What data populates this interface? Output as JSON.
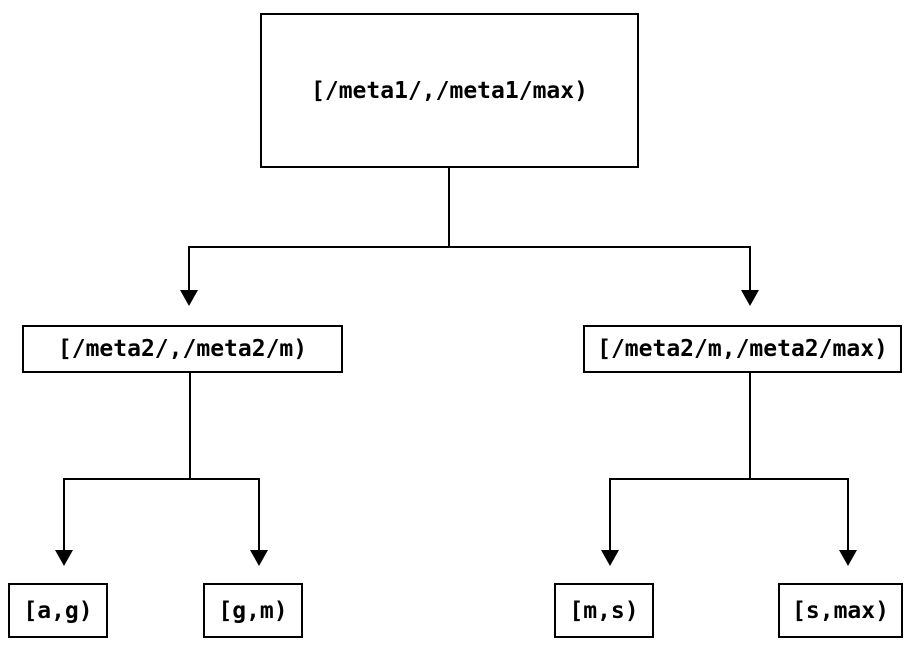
{
  "diagram": {
    "type": "binary-interval-tree",
    "colors": {
      "background": "#ffffff",
      "line": "#000000",
      "text": "#000000",
      "node_fill": "#ffffff"
    },
    "nodes": {
      "root": {
        "label": "[/meta1/,/meta1/max)"
      },
      "left_child": {
        "label": "[/meta2/,/meta2/m)"
      },
      "right_child": {
        "label": "[/meta2/m,/meta2/max)"
      },
      "leaf_ag": {
        "label": "[a,g)"
      },
      "leaf_gm": {
        "label": "[g,m)"
      },
      "leaf_ms": {
        "label": "[m,s)"
      },
      "leaf_smax": {
        "label": "[s,max)"
      }
    },
    "edges": [
      {
        "from": "root",
        "to": "left_child"
      },
      {
        "from": "root",
        "to": "right_child"
      },
      {
        "from": "left_child",
        "to": "leaf_ag"
      },
      {
        "from": "left_child",
        "to": "leaf_gm"
      },
      {
        "from": "right_child",
        "to": "leaf_ms"
      },
      {
        "from": "right_child",
        "to": "leaf_smax"
      }
    ]
  }
}
